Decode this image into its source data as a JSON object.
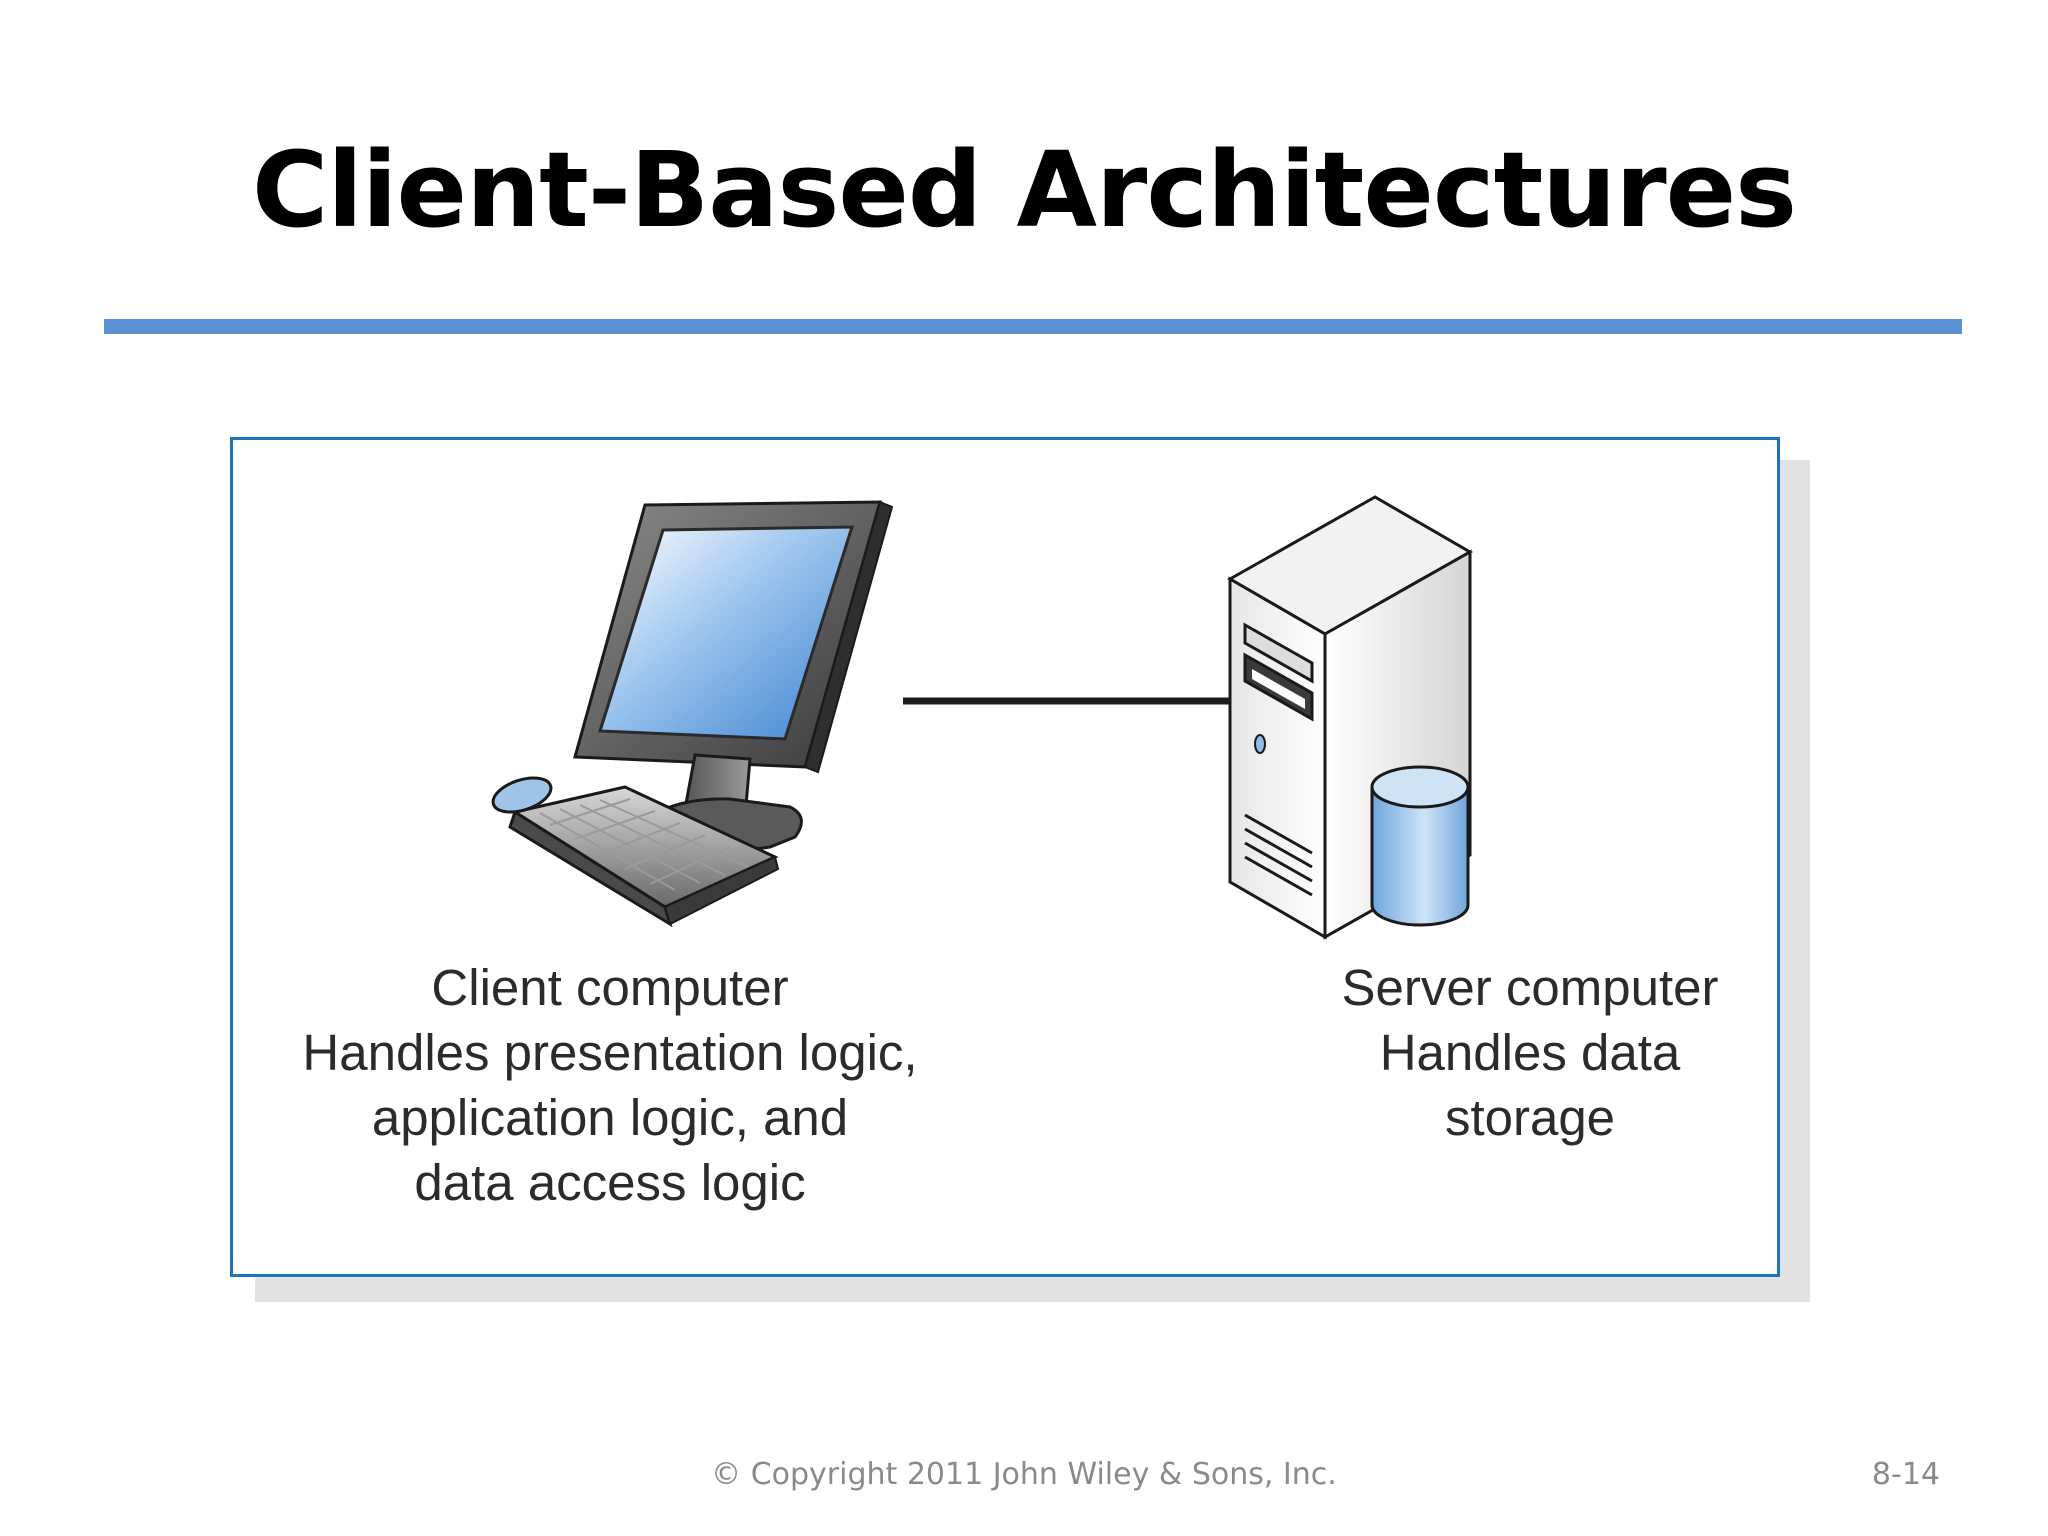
{
  "slide": {
    "title": "Client-Based Architectures"
  },
  "diagram": {
    "client": {
      "icon": "desktop-computer-icon",
      "caption_lines": [
        "Client computer",
        "Handles presentation logic,",
        "application logic, and",
        "data access logic"
      ]
    },
    "server": {
      "icon": "server-database-icon",
      "caption_lines": [
        "Server computer",
        "Handles data",
        "storage"
      ]
    },
    "connection": "network-link-line"
  },
  "footer": {
    "copyright": "© Copyright 2011 John Wiley & Sons, Inc.",
    "page_number": "8-14"
  },
  "colors": {
    "title_rule": "#5b8fd4",
    "frame_border": "#1f74b8",
    "screen_blue": "#5a9be0",
    "database_blue": "#8fbbe6"
  }
}
